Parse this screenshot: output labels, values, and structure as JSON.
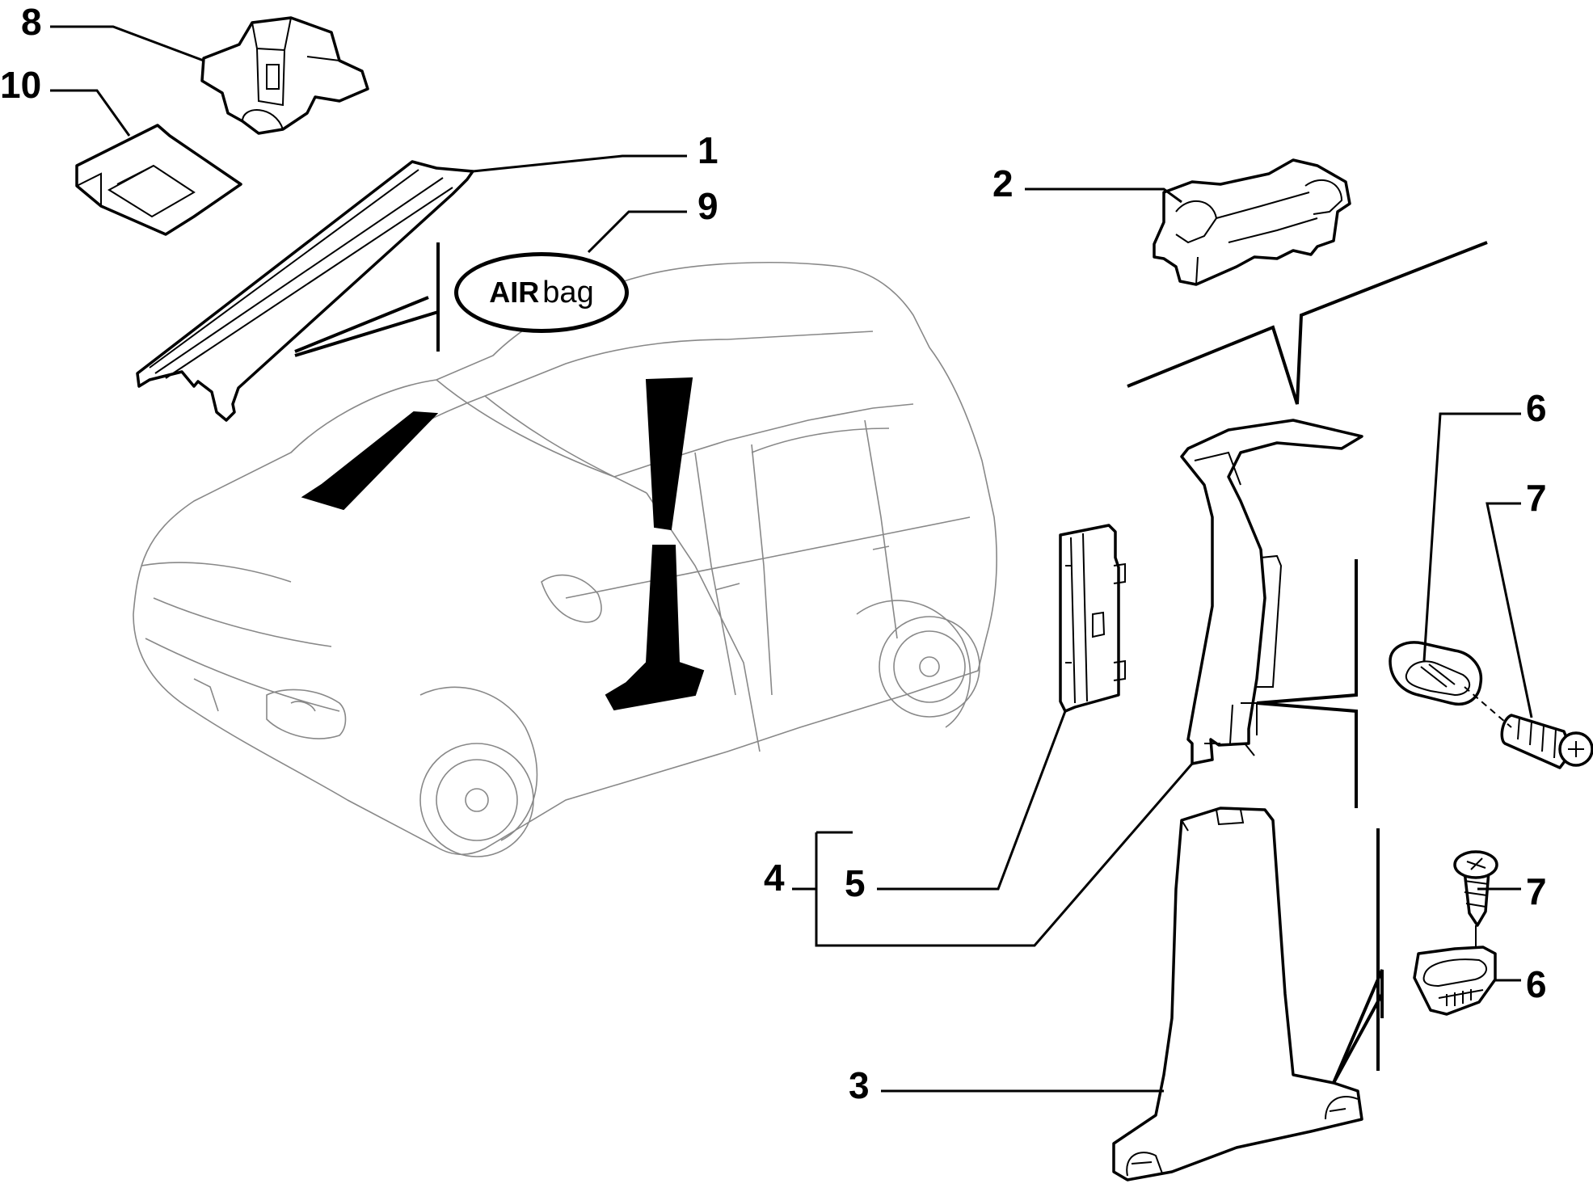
{
  "diagram": {
    "airbag_label": {
      "bold": "AIR",
      "regular": "bag"
    },
    "callouts": [
      {
        "id": "c8",
        "number": "8"
      },
      {
        "id": "c10",
        "number": "10"
      },
      {
        "id": "c1",
        "number": "1"
      },
      {
        "id": "c9",
        "number": "9"
      },
      {
        "id": "c2",
        "number": "2"
      },
      {
        "id": "c6a",
        "number": "6"
      },
      {
        "id": "c7a",
        "number": "7"
      },
      {
        "id": "c4",
        "number": "4"
      },
      {
        "id": "c5",
        "number": "5"
      },
      {
        "id": "c7b",
        "number": "7"
      },
      {
        "id": "c6b",
        "number": "6"
      },
      {
        "id": "c3",
        "number": "3"
      }
    ]
  }
}
